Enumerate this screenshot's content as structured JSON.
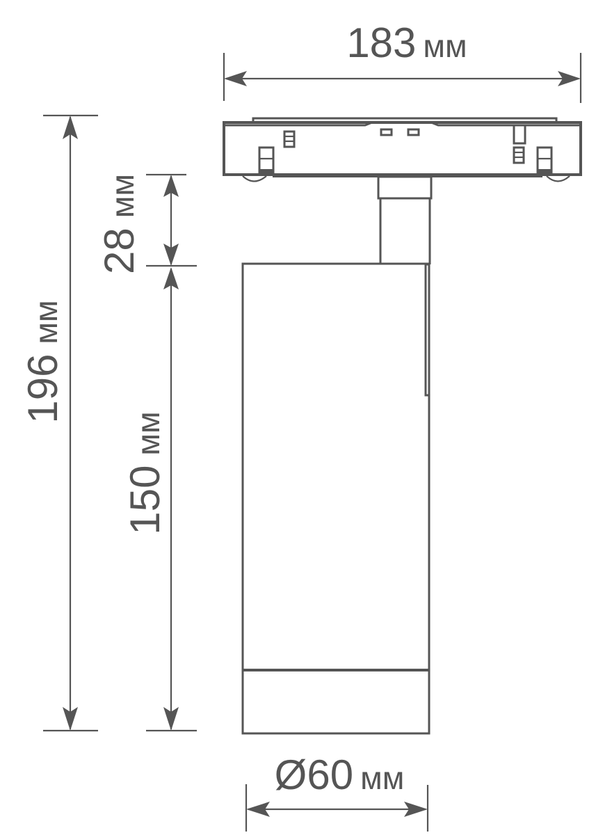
{
  "drawing": {
    "title": "Track spotlight dimensional drawing",
    "line_color": "#555555",
    "background": "#ffffff"
  },
  "dimensions": {
    "overall_width": {
      "value": "183",
      "unit": "мм",
      "label": "183 мм"
    },
    "overall_height": {
      "value": "196",
      "unit": "мм",
      "label": "196 мм"
    },
    "stem_height": {
      "value": "28",
      "unit": "мм",
      "label": "28 мм"
    },
    "body_height": {
      "value": "150",
      "unit": "мм",
      "label": "150 мм"
    },
    "body_diameter": {
      "value": "Ø60",
      "unit": "мм",
      "label": "Ø60 мм"
    }
  },
  "parts": [
    {
      "name": "track-adapter",
      "description": "magnetic track adapter housing"
    },
    {
      "name": "stem",
      "description": "connecting stem"
    },
    {
      "name": "cylinder-body",
      "description": "cylindrical lamp body"
    },
    {
      "name": "bottom-ring",
      "description": "lower bezel ring"
    }
  ]
}
